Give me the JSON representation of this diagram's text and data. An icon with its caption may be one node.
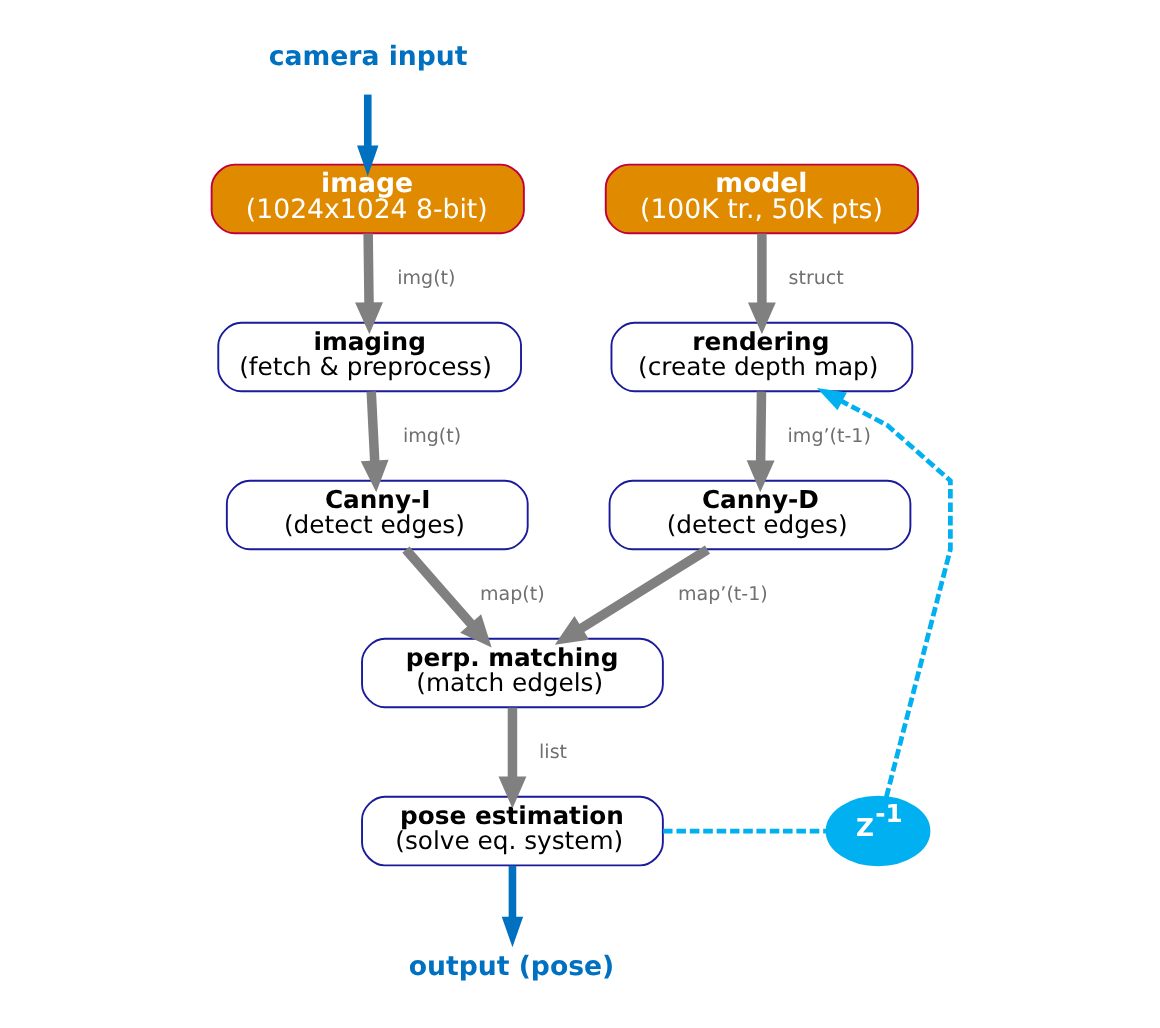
{
  "diagram": {
    "nodes": [
      {
        "text": [
          "camera input"
        ]
      },
      {
        "text": [
          "image",
          "(1024x1024 8-bit)"
        ]
      },
      {
        "text": [
          "model",
          "(100K tr., 50K pts)"
        ]
      },
      {
        "text": [
          "imaging",
          "(fetch & preprocess)"
        ]
      },
      {
        "text": [
          "rendering",
          "(create depth map)"
        ]
      },
      {
        "text": [
          "Canny-I",
          "(detect edges)"
        ]
      },
      {
        "text": [
          "Canny-D",
          "(detect edges)"
        ]
      },
      {
        "text": [
          "perp. matching",
          "(match edgels)"
        ]
      },
      {
        "text": [
          "pose estimation",
          "(solve eq. system)"
        ]
      },
      {
        "text": [
          "Z$^{-1}$"
        ]
      },
      {
        "text": [
          "output (pose)"
        ]
      }
    ],
    "edges": [
      {
        "from": 0,
        "to": 1,
        "arrow": "to",
        "color": "#0070c0"
      },
      {
        "from": 1,
        "to": 3,
        "arrow": "to",
        "label": "img(t)"
      },
      {
        "from": 2,
        "to": 4,
        "arrow": "to",
        "label": "struct"
      },
      {
        "from": 3,
        "to": 5,
        "arrow": "to",
        "label": "img(t)"
      },
      {
        "from": 4,
        "to": 6,
        "arrow": "to",
        "label": "img’(t-1)"
      },
      {
        "from": 5,
        "to": 7,
        "arrow": "to",
        "label": "map(t)"
      },
      {
        "from": 6,
        "to": 7,
        "arrow": "to",
        "label": "map’(t-1)"
      },
      {
        "from": 7,
        "to": 8,
        "arrow": "to",
        "label": "list"
      },
      {
        "from": 8,
        "to": 10,
        "arrow": "to",
        "color": "#0070c0"
      },
      {
        "from": 8,
        "to": 9,
        "arrow": "none",
        "style": "dashed",
        "color": "#00b0f0"
      },
      {
        "from": 9,
        "to": 4,
        "arrow": "to",
        "style": "dashed",
        "color": "#00b0f0"
      }
    ]
  }
}
